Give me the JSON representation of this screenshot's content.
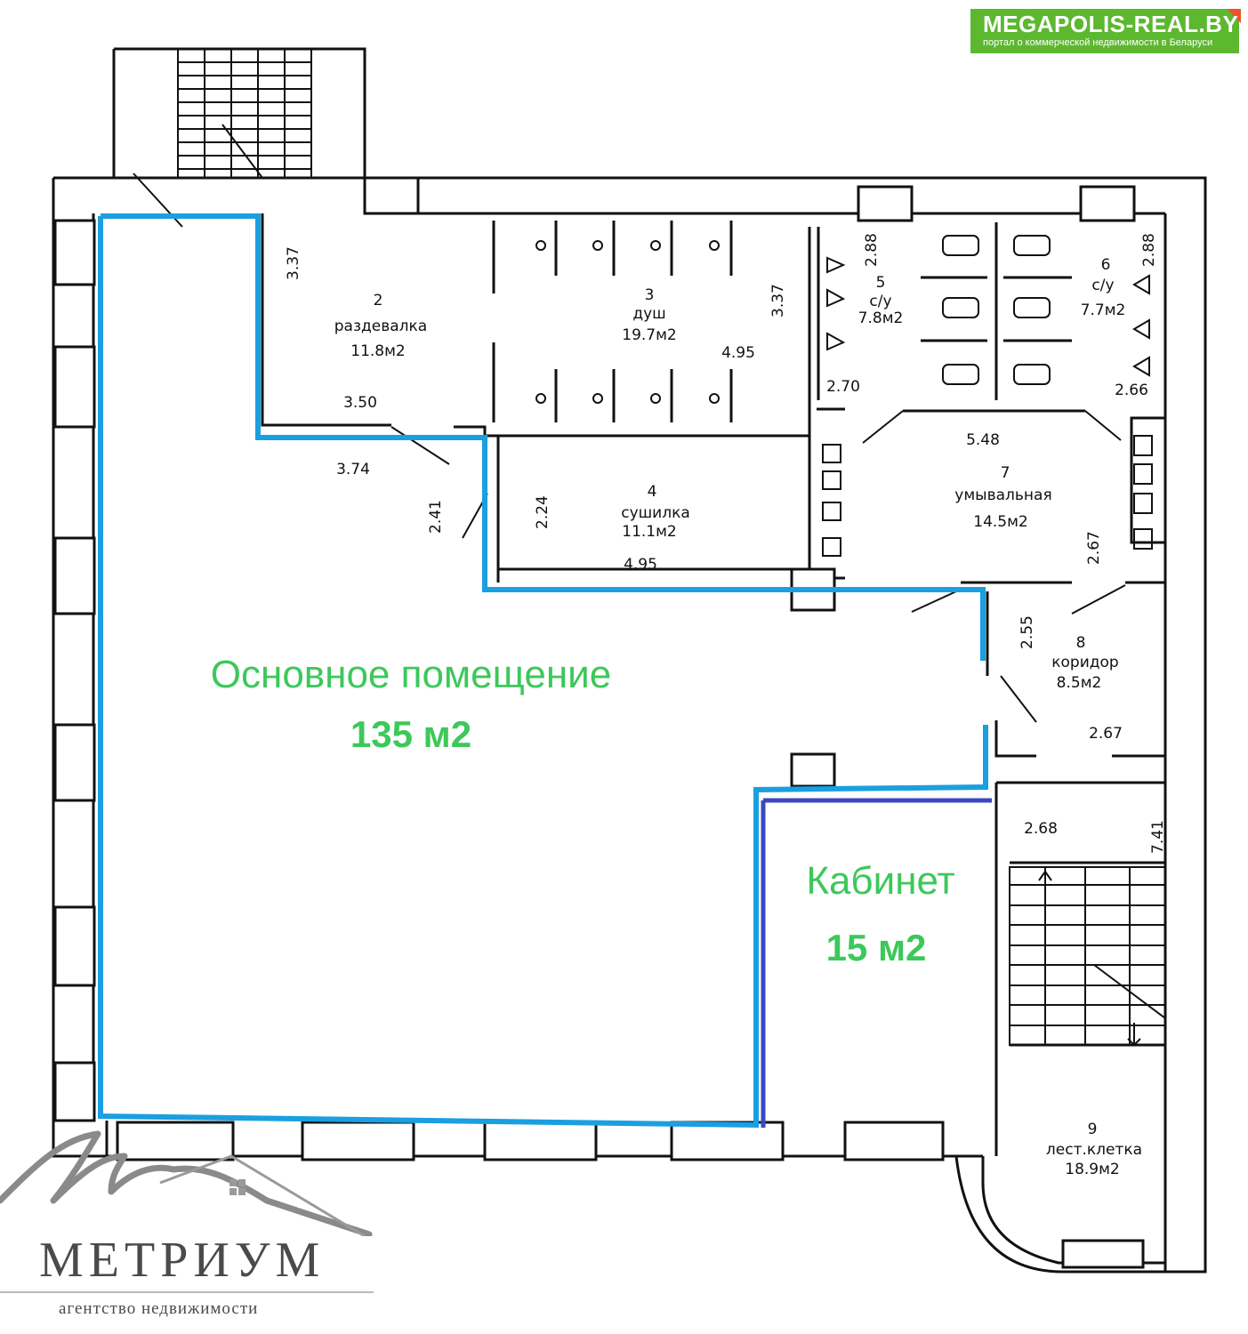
{
  "badge": {
    "title": "MEGAPOLIS-REAL.BY",
    "subtitle": "портал о коммерческой недвижимости в Беларуси"
  },
  "rooms": [
    {
      "number": "2",
      "name": "раздевалка",
      "area": "11.8м2"
    },
    {
      "number": "3",
      "name": "душ",
      "area": "19.7м2"
    },
    {
      "number": "4",
      "name": "сушилка",
      "area": "11.1м2"
    },
    {
      "number": "5",
      "name": "с/у",
      "area": "7.8м2"
    },
    {
      "number": "6",
      "name": "с/у",
      "area": "7.7м2"
    },
    {
      "number": "7",
      "name": "умывальная",
      "area": "14.5м2"
    },
    {
      "number": "8",
      "name": "коридор",
      "area": "8.5м2"
    },
    {
      "number": "9",
      "name": "лест.клетка",
      "area": "18.9м2"
    }
  ],
  "dimensions": {
    "r2_h": "3.37",
    "r2_w": "3.50",
    "r2_w2": "3.74",
    "door_241": "2.41",
    "r3_h": "3.37",
    "r3_w": "4.95",
    "r4_h": "2.24",
    "r4_w": "4.95",
    "r5_h": "2.88",
    "r5_w": "2.70",
    "r6_h": "2.88",
    "r6_w": "2.66",
    "r7_w": "5.48",
    "r7_h": "2.67",
    "r8_h": "2.55",
    "r8_w": "2.67",
    "r9_w": "2.68",
    "r9_h": "7.41"
  },
  "main_space": {
    "name": "Основное помещение",
    "area": "135 м2",
    "color": "#1a9fe0"
  },
  "cabinet": {
    "name": "Кабинет",
    "area": "15 м2",
    "color": "#3b48c2"
  },
  "label_color": "#3cc85a",
  "agency": {
    "name": "МЕТРИУМ",
    "tagline": "агентство недвижимости"
  }
}
